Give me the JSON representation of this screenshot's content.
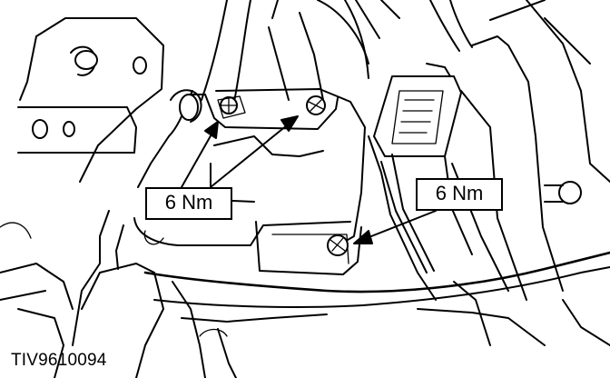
{
  "callouts": {
    "left_torque": "6 Nm",
    "right_torque": "6 Nm"
  },
  "figure_id": "TIV9610094",
  "icons": {
    "arrow": "arrow-icon",
    "bolt": "bolt-icon",
    "connector": "electrical-connector-icon"
  }
}
